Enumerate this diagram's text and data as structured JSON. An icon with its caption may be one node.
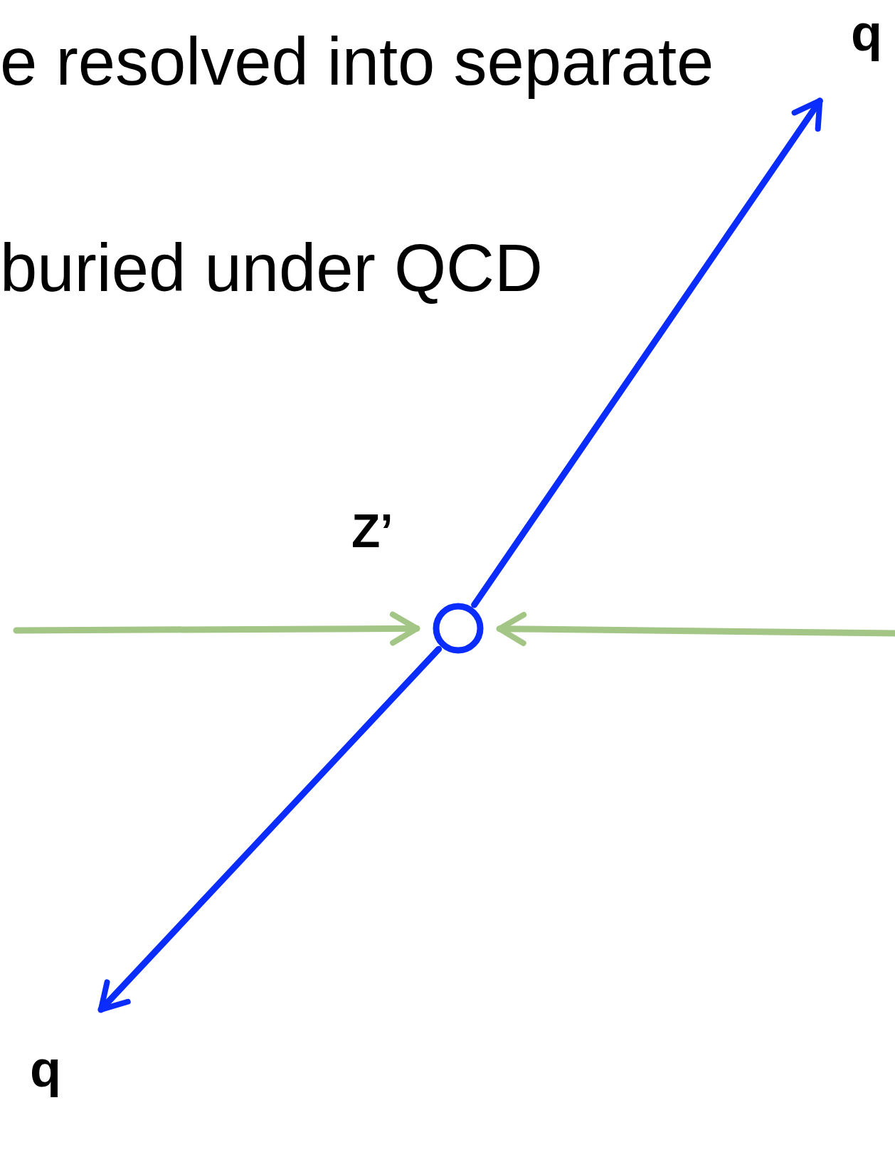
{
  "diagram": {
    "nodes": [
      {
        "text": [],
        "shape": "circle",
        "beside": [
          "Z’"
        ]
      },
      {
        "text": [
          "q"
        ]
      },
      {
        "text": [
          "q"
        ]
      }
    ],
    "edges": [
      {
        "from": 0,
        "to": 1,
        "arrow": "to",
        "color": "#0a2cff"
      },
      {
        "from": 0,
        "to": 2,
        "arrow": "to",
        "color": "#0a2cff"
      },
      {
        "from": null,
        "to": 0,
        "arrow": "to",
        "color": "#a3c585"
      },
      {
        "from": null,
        "to": 0,
        "arrow": "to",
        "color": "#a3c585"
      }
    ],
    "labels": [
      "e resolved into separate",
      "buried under QCD"
    ]
  }
}
